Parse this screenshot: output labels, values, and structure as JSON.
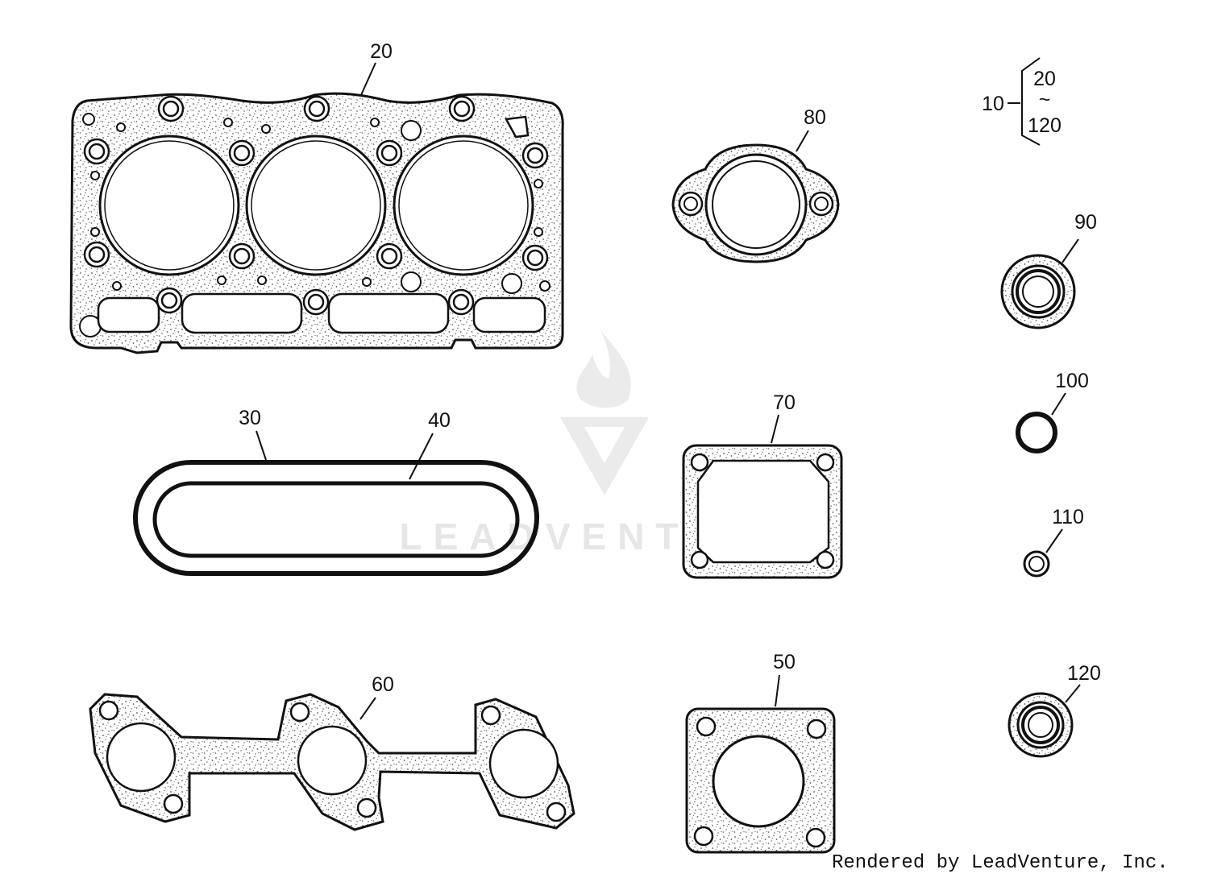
{
  "diagram": {
    "labels": {
      "p10": "10",
      "kit_top": "20",
      "kit_tilde": "~",
      "kit_bottom": "120",
      "p20": "20",
      "p30": "30",
      "p40": "40",
      "p50": "50",
      "p60": "60",
      "p70": "70",
      "p80": "80",
      "p90": "90",
      "p100": "100",
      "p110": "110",
      "p120": "120"
    },
    "watermark": "LEADVENTURE",
    "footer": "Rendered by LeadVenture, Inc."
  },
  "colors": {
    "ink": "#111111",
    "speckle": "#555555",
    "watermark": "#e6e6e6"
  }
}
